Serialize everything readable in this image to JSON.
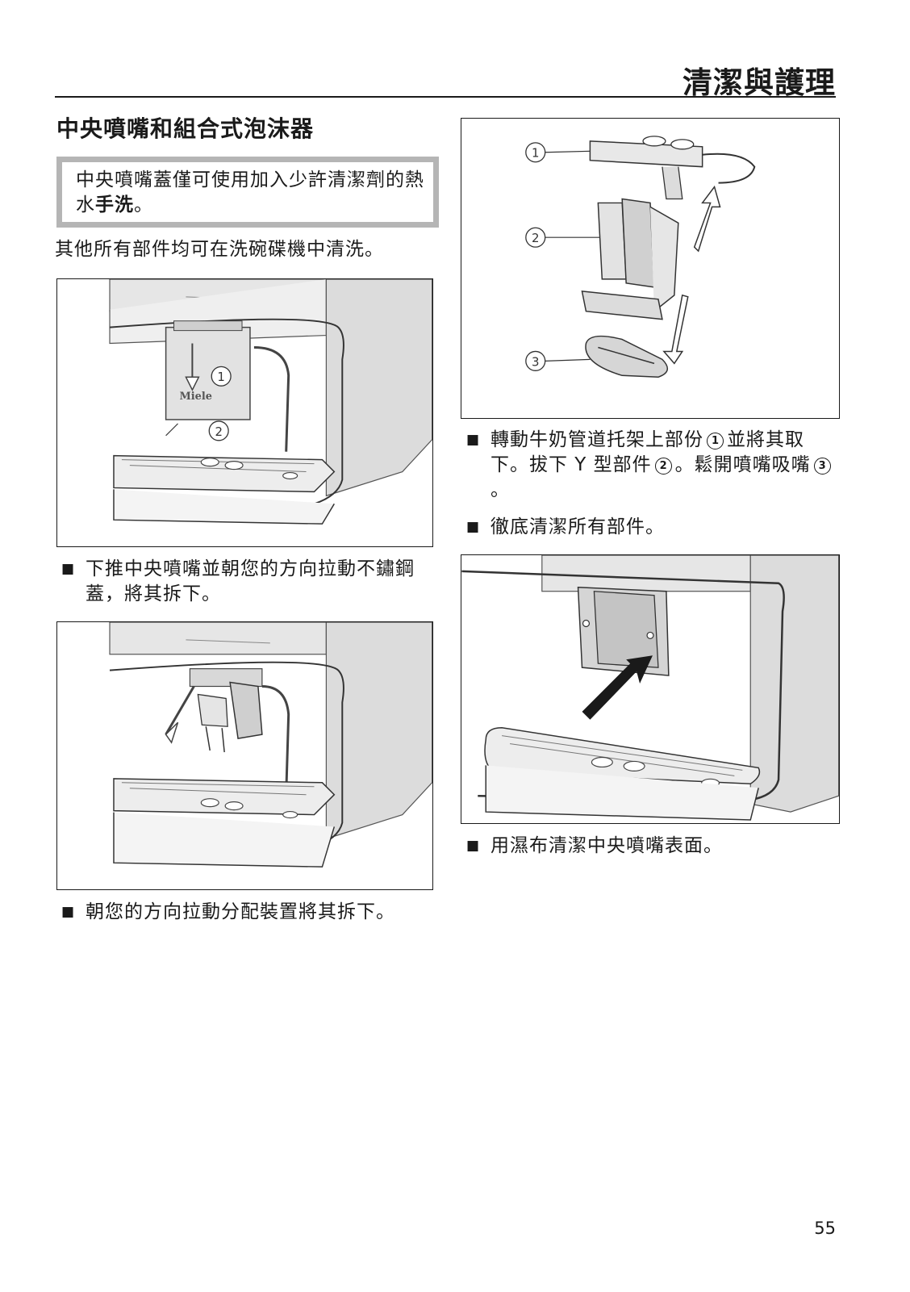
{
  "header": {
    "title": "清潔與護理"
  },
  "section": {
    "title": "中央噴嘴和組合式泡沫器"
  },
  "notice": {
    "text_before": "中央噴嘴蓋僅可使用加入少許清潔劑的熱水",
    "text_bold": "手洗",
    "text_after": "。"
  },
  "intro": {
    "text": "其他所有部件均可在洗碗碟機中清洗。"
  },
  "figures": {
    "fig1": {
      "callout_1": "1",
      "callout_2": "2",
      "brand": "Miele"
    },
    "fig2": {},
    "fig3": {
      "callout_1": "1",
      "callout_2": "2",
      "callout_3": "3"
    },
    "fig4": {}
  },
  "steps": {
    "bullet_symbol": "■",
    "step1": "下推中央噴嘴並朝您的方向拉動不鏽鋼蓋，將其拆下。",
    "step2": "朝您的方向拉動分配裝置將其拆下。",
    "step3": {
      "part_a": "轉動牛奶管道托架上部份",
      "marker_1": "1",
      "part_b": "並將其取下。拔下 Y 型部件",
      "marker_2": "2",
      "part_c": "。鬆開噴嘴吸嘴",
      "marker_3": "3",
      "part_d": "。"
    },
    "step4": "徹底清潔所有部件。",
    "step5": "用濕布清潔中央噴嘴表面。"
  },
  "footer": {
    "page_number": "55"
  }
}
